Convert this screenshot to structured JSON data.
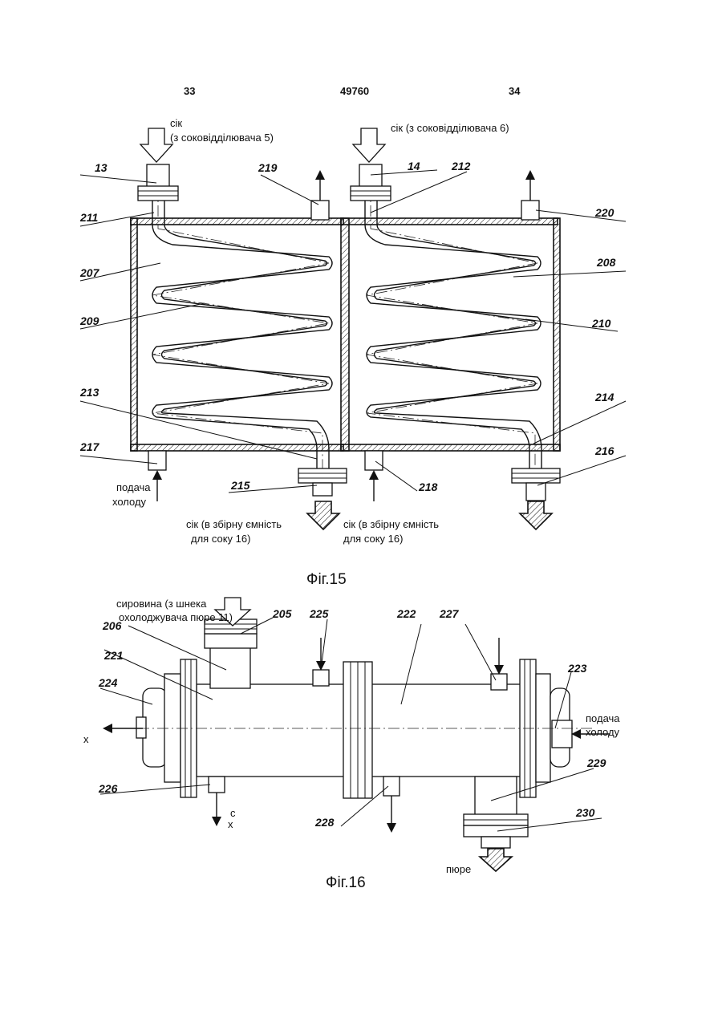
{
  "header": {
    "page_left": "33",
    "patent_no": "49760",
    "page_right": "34"
  },
  "fig15": {
    "caption": "Фіг.15",
    "juice_in_left_1": "сік",
    "juice_in_left_2": "(з соковідділювача 5)",
    "juice_in_right": "сік (з соковідділювача 6)",
    "cold_supply_1": "подача",
    "cold_supply_2": "холоду",
    "juice_out_left_1": "сік (в збірну ємність",
    "juice_out_left_2": "для соку 16)",
    "juice_out_right_1": "сік (в збірну ємність",
    "juice_out_right_2": "для соку 16)",
    "refs": [
      "13",
      "219",
      "14",
      "212",
      "211",
      "220",
      "207",
      "208",
      "209",
      "210",
      "213",
      "214",
      "217",
      "216",
      "215",
      "218"
    ]
  },
  "fig16": {
    "caption": "Фіг.16",
    "raw_1": "сировина (з шнека",
    "raw_2": "охолоджувача пюре 11)",
    "cold_supply_1": "подача",
    "cold_supply_2": "холоду",
    "puree": "пюре",
    "axis_x_left": "х",
    "axis_x_bottom": "х",
    "axis_c": "с",
    "refs": [
      "205",
      "225",
      "222",
      "227",
      "206",
      "221",
      "223",
      "224",
      "229",
      "226",
      "228",
      "230"
    ]
  }
}
